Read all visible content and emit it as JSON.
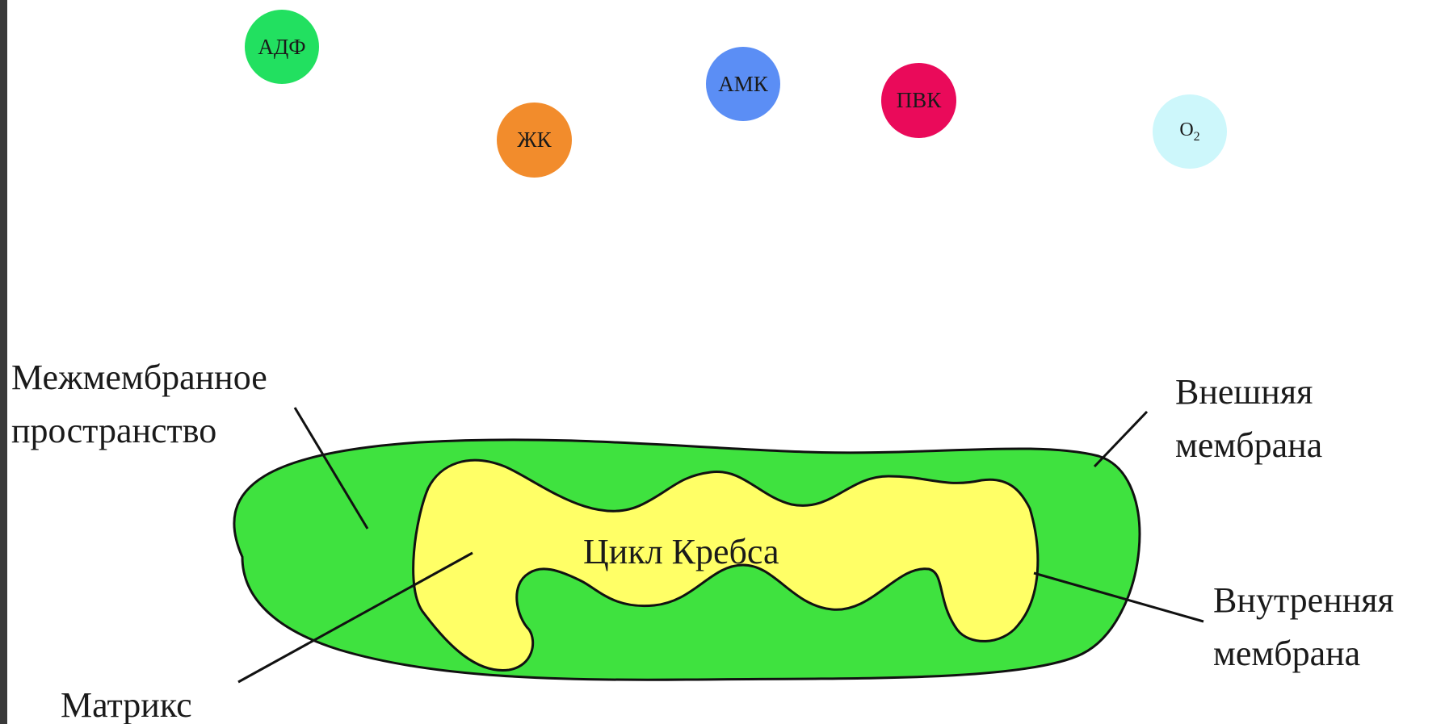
{
  "molecules": {
    "adf": "АДФ",
    "zhk": "ЖК",
    "amk": "АМК",
    "pvk": "ПВК",
    "o2_base": "O",
    "o2_sub": "2"
  },
  "labels": {
    "intermembrane_line1": "Межмембранное",
    "intermembrane_line2": "пространство",
    "outer_line1": "Внешняя",
    "outer_line2": "мембрана",
    "inner_line1": "Внутренняя",
    "inner_line2": "мембрана",
    "matrix": "Матрикс",
    "krebs": "Цикл Кребса"
  },
  "colors": {
    "adf": "#22e060",
    "zhk": "#f28c2c",
    "amk": "#5b8ef5",
    "pvk": "#ea0a5a",
    "o2": "#cdf7fb",
    "outer_membrane_fill": "#3fe23f",
    "inner_membrane_fill": "#ffff66",
    "left_bar": "#3a3a3a"
  }
}
